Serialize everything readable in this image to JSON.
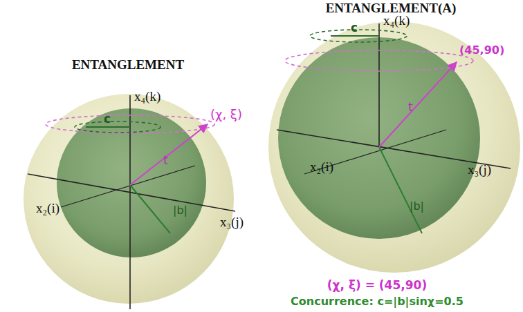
{
  "diagram": {
    "labels": [
      "ENTANGLEMENT",
      "x₄(k)",
      "(χ, ξ)",
      "c",
      "t",
      "x₂(i)",
      "|b|",
      "x₃(j)",
      "ENTANGLEMENT(A)",
      "x₄(k)",
      "(45,90)",
      "c",
      "t",
      "x₂(i)",
      "|b|",
      "x₃(j)",
      "(χ, ξ) = (45,90)",
      "Concurrence: c=|b|sinχ=0.5"
    ]
  }
}
